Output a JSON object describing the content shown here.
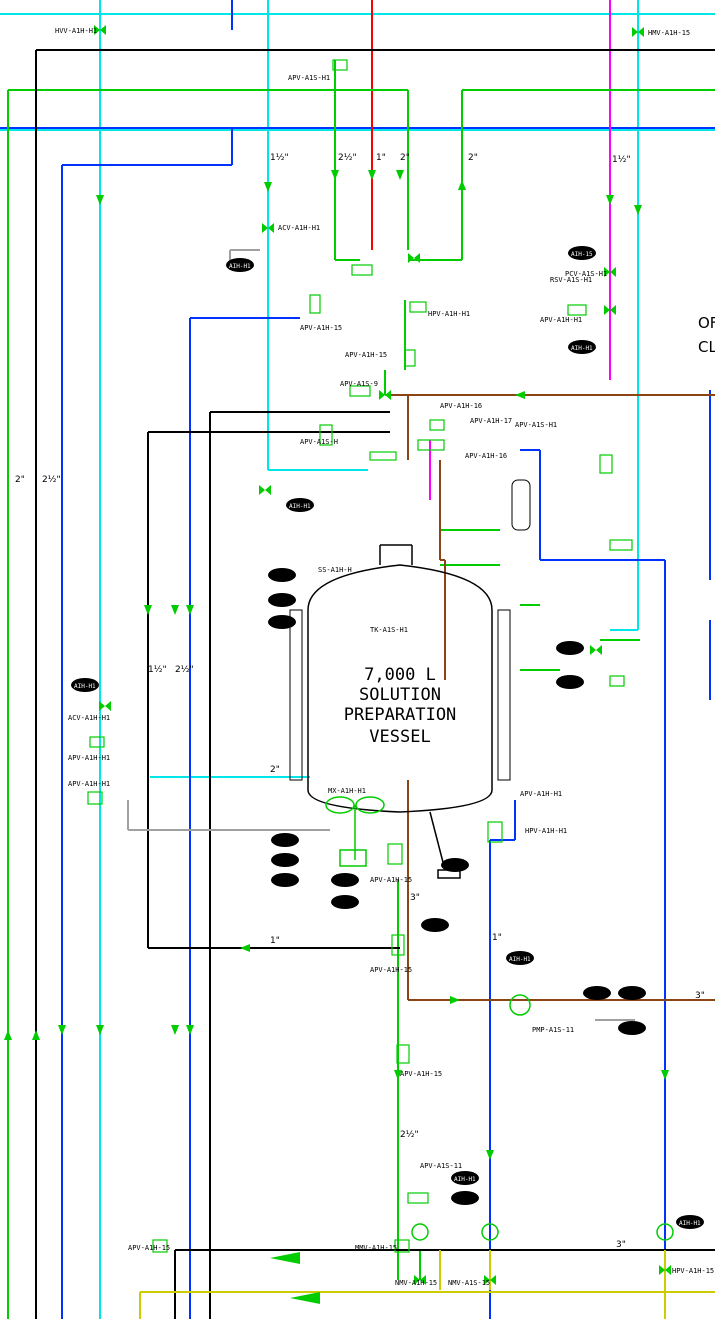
{
  "vessel": {
    "lines": [
      "7,000 L",
      "SOLUTION",
      "PREPARATION",
      "VESSEL"
    ],
    "tag": "TK-A1S-H1"
  },
  "cut_text": [
    "OF",
    "CL"
  ],
  "valves": [
    "HVV-A1H-H1",
    "HMV-A1H-15",
    "APV-A1S-H1",
    "ACV-A1H-H1",
    "APV-A1H-15",
    "APV-A1S-H",
    "HPV-A1H-H1",
    "APV-A1H-15",
    "APV-A1S-9",
    "APV-A1H-16",
    "APV-A1H-17",
    "APV-A1H-16",
    "APV-A1S-H1",
    "RSV-A1S-H1",
    "APV-A1H-H1",
    "ACV-A1H-H1",
    "APV-A1H-H1",
    "APV-A1H-H1",
    "APV-A1H-15",
    "APV-A1H-15",
    "APV-A1H-15",
    "PCV-A1S-H1",
    "HPV-A1H-H1",
    "APV-A1H-H1",
    "NMV-A1H-15",
    "APV-A1H-15",
    "MMV-A1H-15",
    "NMV-A1S-15",
    "HPV-A1H-15",
    "APV-A1S-11"
  ],
  "line_sizes": [
    "2\"",
    "1½\"",
    "2½\"",
    "1\"",
    "2\"",
    "2\"",
    "1½\"",
    "2½\"",
    "1½\"",
    "2½\"",
    "1\"",
    "3\"",
    "2½\"",
    "3\"",
    "1\"",
    "2\"",
    "3\""
  ],
  "instruments": [
    "AIH-H1",
    "AIH-H1",
    "AIH-H1",
    "AIH-15",
    "AIH-H1",
    "AIH-H1",
    "AIH-H1",
    "AIH-H1"
  ],
  "equipment": [
    "PMP-A1S-11",
    "MX-A1H-H1",
    "SS-A1H-H"
  ],
  "colors": {
    "cyan": "#00e5e5",
    "blue": "#0033ff",
    "red": "#ff0000",
    "magenta": "#ff00ff",
    "green": "#00cc00",
    "brown": "#8b4513",
    "gray": "#a0a0a0",
    "black": "#000000",
    "yellow": "#cccc00"
  }
}
